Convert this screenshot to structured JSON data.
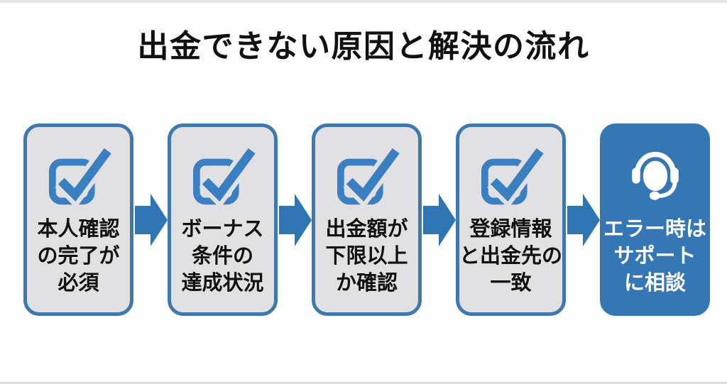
{
  "title": "出金できない原因と解決の流れ",
  "colors": {
    "accent_blue": "#2f74b3",
    "box_border_blue": "#3d79ad",
    "check_blue": "#3a7fc1",
    "box_gray_fill": "#e1e1e3",
    "highlight_box_fill": "#3577b4",
    "text_dark": "#111111",
    "text_light": "#ffffff"
  },
  "steps": [
    {
      "icon": "checkbox-checked-icon",
      "lines": [
        "本人確認",
        "の完了が",
        "必須"
      ]
    },
    {
      "icon": "checkbox-checked-icon",
      "lines": [
        "ボーナス",
        "条件の",
        "達成状況"
      ]
    },
    {
      "icon": "checkbox-checked-icon",
      "lines": [
        "出金額が",
        "下限以上",
        "か確認"
      ]
    },
    {
      "icon": "checkbox-checked-icon",
      "lines": [
        "登録情報",
        "と出金先の",
        "一致"
      ]
    },
    {
      "icon": "headset-icon",
      "lines": [
        "エラー時は",
        "サポート",
        "に相談"
      ]
    }
  ]
}
